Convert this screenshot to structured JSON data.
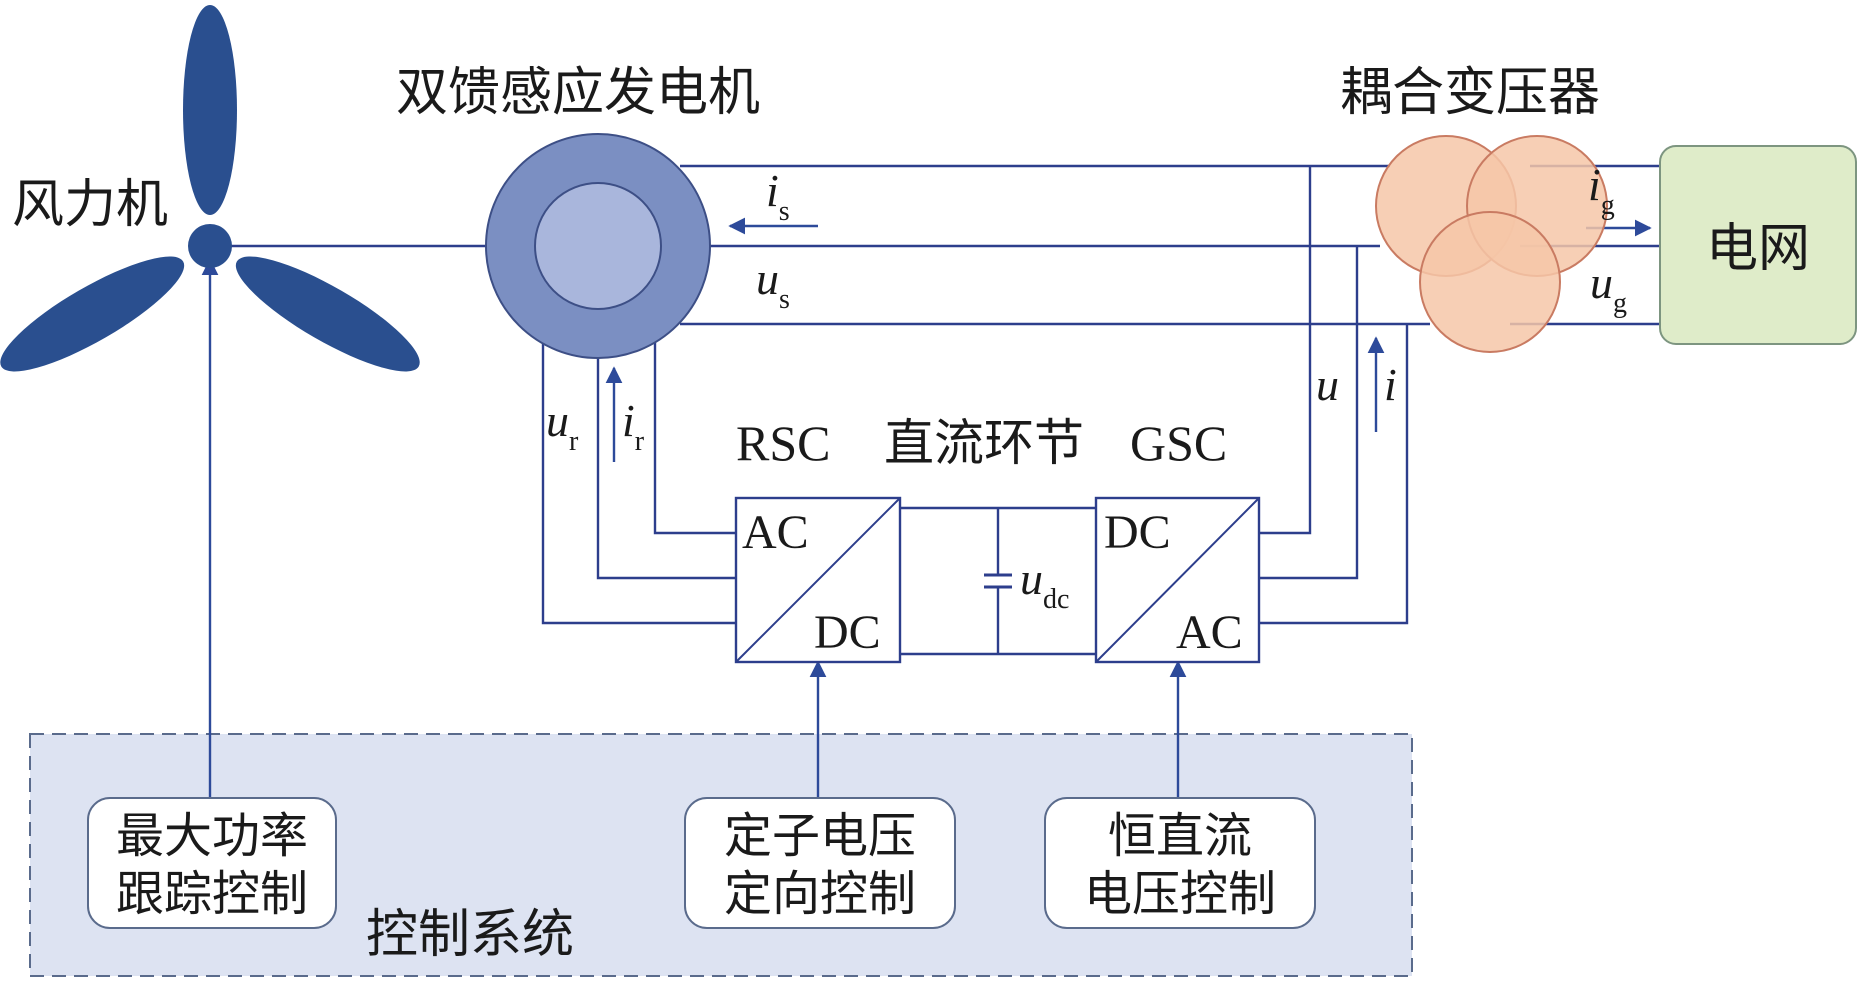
{
  "labels": {
    "wind_turbine": "风力机",
    "dfig": "双馈感应发电机",
    "transformer": "耦合变压器",
    "grid": "电网",
    "rsc": "RSC",
    "dc_link": "直流环节",
    "gsc": "GSC",
    "control_system": "控制系统"
  },
  "signals": {
    "i_s": {
      "base": "i",
      "sub": "s"
    },
    "u_s": {
      "base": "u",
      "sub": "s"
    },
    "i_g": {
      "base": "i",
      "sub": "g"
    },
    "u_g": {
      "base": "u",
      "sub": "g"
    },
    "u_r": {
      "base": "u",
      "sub": "r"
    },
    "i_r": {
      "base": "i",
      "sub": "r"
    },
    "u_dc": {
      "base": "u",
      "sub": "dc"
    },
    "u": "u",
    "i": "i"
  },
  "converters": {
    "rsc": {
      "top": "AC",
      "bottom": "DC"
    },
    "gsc": {
      "top": "DC",
      "bottom": "AC"
    }
  },
  "controllers": [
    {
      "line1": "最大功率",
      "line2": "跟踪控制"
    },
    {
      "line1": "定子电压",
      "line2": "定向控制"
    },
    {
      "line1": "恒直流",
      "line2": "电压控制"
    }
  ],
  "colors": {
    "blade": "#2a4f8f",
    "stator_outer": "#7b8fc2",
    "rotor_inner": "#a9b6dc",
    "transformer": "#f6c7a8",
    "grid_box": "#dfecc9",
    "control_bg": "#dde3f2",
    "wire": "#2d3e8c"
  }
}
